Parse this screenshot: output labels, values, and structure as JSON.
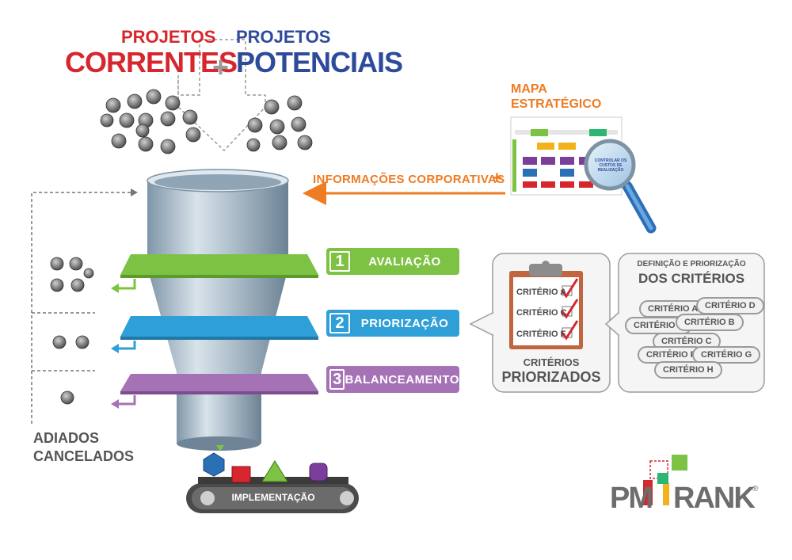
{
  "header": {
    "correntes_small": "PROJETOS",
    "correntes_big": "CORRENTES",
    "plus": "+",
    "potenciais_small": "PROJETOS",
    "potenciais_big": "POTENCIAIS"
  },
  "mapa": {
    "title_line1": "MAPA",
    "title_line2": "ESTRATÉGICO",
    "magnifier_text": "CONTROLAR OS CUSTOS DE REALIZAÇÃO"
  },
  "informacoes": {
    "label": "INFORMAÇÕES CORPORATIVAS",
    "plus": "+"
  },
  "steps": [
    {
      "number": "1",
      "label": "AVALIAÇÃO",
      "color": "#7dc242"
    },
    {
      "number": "2",
      "label": "PRIORIZAÇÃO",
      "color": "#2f9fd8"
    },
    {
      "number": "3",
      "label": "BALANCEAMENTO",
      "color": "#a672b6"
    }
  ],
  "side": {
    "line1": "ADIADOS",
    "line2": "CANCELADOS"
  },
  "conveyor": {
    "label": "IMPLEMENTAÇÃO"
  },
  "clipboard": {
    "items": [
      "CRITÉRIO A",
      "CRITÉRIO C",
      "CRITÉRIO F"
    ],
    "caption_small": "CRITÉRIOS",
    "caption_big": "PRIORIZADOS"
  },
  "criteria_panel": {
    "title_small": "DEFINIÇÃO E PRIORIZAÇÃO",
    "title_big": "DOS CRITÉRIOS",
    "pills": [
      "CRITÉRIO A",
      "CRITÉRIO D",
      "CRITÉRIO E",
      "CRITÉRIO B",
      "CRITÉRIO C",
      "CRITÉRIO F",
      "CRITÉRIO G",
      "CRITÉRIO H"
    ]
  },
  "logo": {
    "text_left": "PM",
    "text_right": "RANK",
    "reg": "®"
  },
  "colors": {
    "red": "#d7262e",
    "blue": "#2e4a9b",
    "orange": "#ef7b22",
    "gray_text": "#555555"
  }
}
